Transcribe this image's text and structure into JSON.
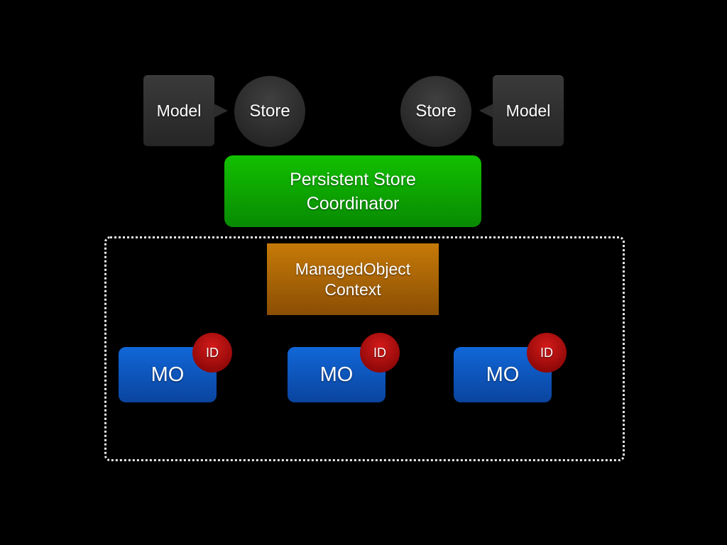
{
  "stores": [
    {
      "model_label": "Model",
      "store_label": "Store"
    },
    {
      "model_label": "Model",
      "store_label": "Store"
    }
  ],
  "coordinator": {
    "line1": "Persistent Store",
    "line2": "Coordinator"
  },
  "context": {
    "line1": "ManagedObject",
    "line2": "Context"
  },
  "managed_objects": [
    {
      "label": "MO",
      "id_label": "ID"
    },
    {
      "label": "MO",
      "id_label": "ID"
    },
    {
      "label": "MO",
      "id_label": "ID"
    }
  ],
  "colors": {
    "background": "#000000",
    "coordinator": "#0aa800",
    "context": "#b06604",
    "managed_object": "#0d56bd",
    "id_badge": "#b81010",
    "store": "#333333"
  }
}
